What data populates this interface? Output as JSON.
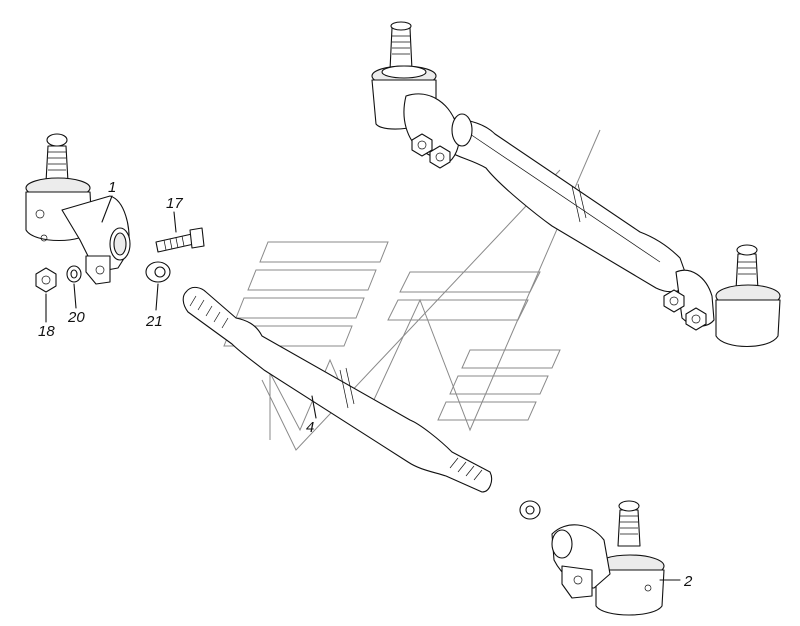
{
  "diagram": {
    "callouts": [
      {
        "id": "callout-1",
        "label": "1"
      },
      {
        "id": "callout-2",
        "label": "2"
      },
      {
        "id": "callout-4",
        "label": "4"
      },
      {
        "id": "callout-17",
        "label": "17"
      },
      {
        "id": "callout-18",
        "label": "18"
      },
      {
        "id": "callout-20",
        "label": "20"
      },
      {
        "id": "callout-21",
        "label": "21"
      }
    ],
    "colors": {
      "line": "#111111",
      "watermark": "#8a8a8a",
      "background": "#ffffff"
    }
  }
}
